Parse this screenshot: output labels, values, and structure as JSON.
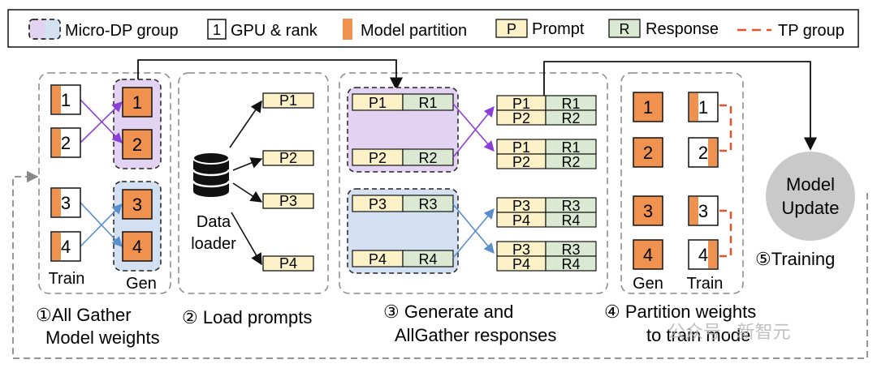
{
  "legend": {
    "micro_dp": "Micro-DP group",
    "gpu_rank": "GPU & rank",
    "gpu_rank_sample": "1",
    "model_partition": "Model partition",
    "prompt": "Prompt",
    "prompt_sample": "P",
    "response": "Response",
    "response_sample": "R",
    "tp_group": "TP group"
  },
  "stage1": {
    "train_ranks": [
      "1",
      "2",
      "3",
      "4"
    ],
    "gen_ranks": [
      "1",
      "2",
      "3",
      "4"
    ],
    "train_label": "Train",
    "gen_label": "Gen",
    "caption_line1": "①All Gather",
    "caption_line2": "Model weights"
  },
  "stage2": {
    "prompts": [
      "P1",
      "P2",
      "P3",
      "P4"
    ],
    "loader_line1": "Data",
    "loader_line2": "loader",
    "caption": "② Load prompts"
  },
  "stage3": {
    "groups": [
      [
        {
          "p": "P1",
          "r": "R1"
        },
        {
          "p": "P2",
          "r": "R2"
        }
      ],
      [
        {
          "p": "P3",
          "r": "R3"
        },
        {
          "p": "P4",
          "r": "R4"
        }
      ]
    ],
    "outputs": [
      [
        [
          "P1",
          "R1"
        ],
        [
          "P2",
          "R2"
        ]
      ],
      [
        [
          "P1",
          "R1"
        ],
        [
          "P2",
          "R2"
        ]
      ],
      [
        [
          "P3",
          "R3"
        ],
        [
          "P4",
          "R4"
        ]
      ],
      [
        [
          "P3",
          "R3"
        ],
        [
          "P4",
          "R4"
        ]
      ]
    ],
    "caption_line1": "③   Generate and",
    "caption_line2": "AllGather responses"
  },
  "stage4": {
    "gen_ranks": [
      "1",
      "2",
      "3",
      "4"
    ],
    "train_ranks": [
      "1",
      "2",
      "3",
      "4"
    ],
    "gen_label": "Gen",
    "train_label": "Train",
    "caption_line1": "④ Partition weights",
    "caption_line2": "to train mode"
  },
  "stage5": {
    "node_line1": "Model",
    "node_line2": "Update",
    "caption": "⑤Training"
  },
  "watermark": "公众号 · 新智元",
  "colors": {
    "orange": "#f0924f",
    "prompt": "#fdf1c7",
    "response": "#dbe9d3",
    "purple": "#e2d3f3",
    "blue": "#d2e0f1",
    "purple_line": "#8b3fd9",
    "blue_line": "#5b8fcb",
    "tp_red": "#e5532e",
    "node_gray": "#c9c9c9"
  }
}
